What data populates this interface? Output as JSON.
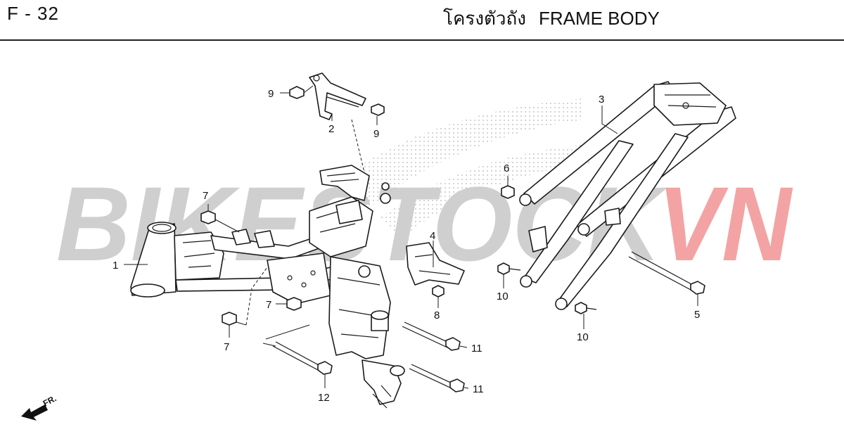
{
  "header": {
    "page_code": "F - 32",
    "title_thai": "โครงตัวถัง",
    "title_en": "FRAME BODY"
  },
  "watermark": {
    "left_text": "BIKESTOCK",
    "right_text": "VN",
    "left_color": "#cfcfcf",
    "right_color": "#f3a3a3"
  },
  "direction": {
    "label": "FR."
  },
  "callouts": [
    {
      "id": "c1",
      "text": "1"
    },
    {
      "id": "c2",
      "text": "2"
    },
    {
      "id": "c3",
      "text": "3"
    },
    {
      "id": "c4",
      "text": "4"
    },
    {
      "id": "c5",
      "text": "5"
    },
    {
      "id": "c6",
      "text": "6"
    },
    {
      "id": "c7a",
      "text": "7"
    },
    {
      "id": "c7b",
      "text": "7"
    },
    {
      "id": "c7c",
      "text": "7"
    },
    {
      "id": "c8",
      "text": "8"
    },
    {
      "id": "c9a",
      "text": "9"
    },
    {
      "id": "c9b",
      "text": "9"
    },
    {
      "id": "c10a",
      "text": "10"
    },
    {
      "id": "c10b",
      "text": "10"
    },
    {
      "id": "c11a",
      "text": "11"
    },
    {
      "id": "c11b",
      "text": "11"
    },
    {
      "id": "c12",
      "text": "12"
    }
  ]
}
